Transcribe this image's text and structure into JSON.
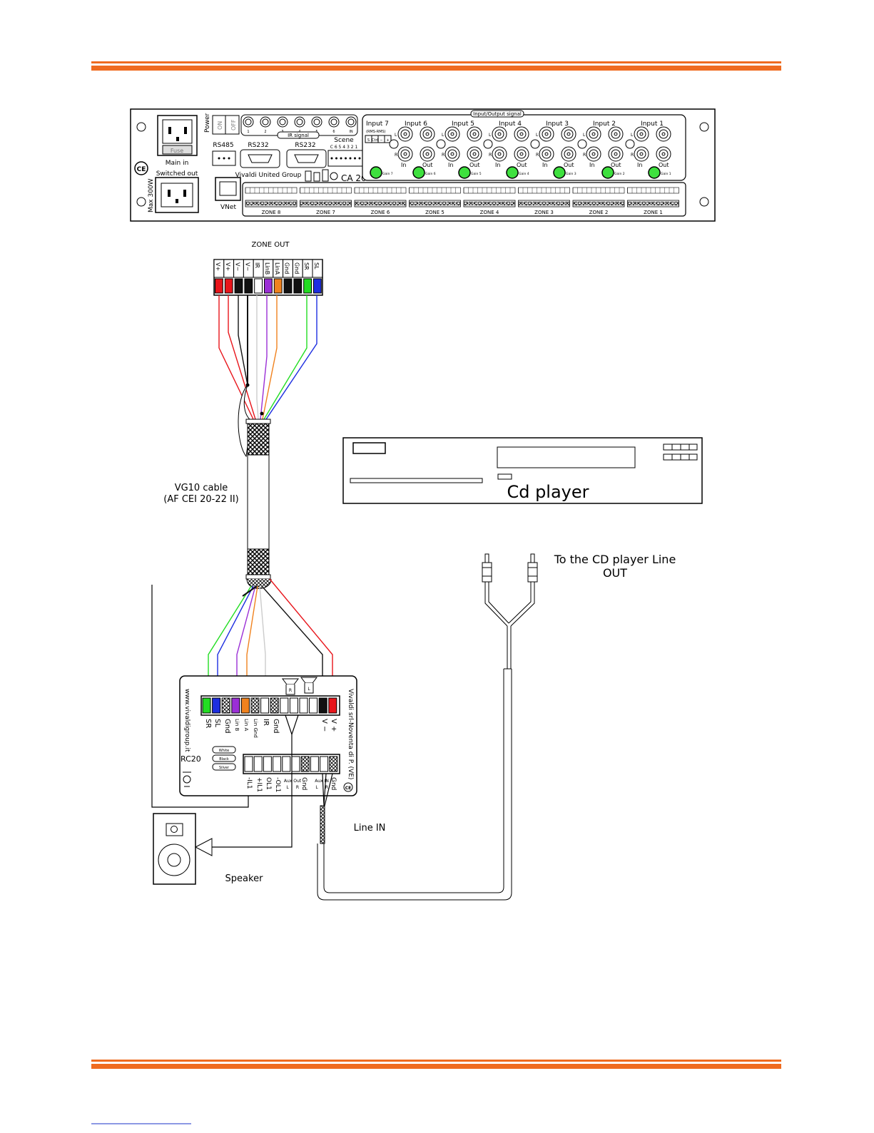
{
  "colors": {
    "rule_orange": "#ef6b1f",
    "wire_red": "#e8151b",
    "wire_black": "#111111",
    "wire_white": "#cccccc",
    "wire_purple": "#9b2fd6",
    "wire_orange": "#f0821e",
    "wire_green": "#22dd22",
    "wire_blue": "#1d2ee0",
    "led_green": "#3ee03e",
    "footer_link": "#1a32c8"
  },
  "rear_panel": {
    "power": "Power",
    "on": "ON",
    "off": "OFF",
    "ir_signal": "IR signal",
    "ir_numbers": [
      "1",
      "2",
      "3",
      "4",
      "5",
      "6",
      "IN"
    ],
    "rs485": "RS485",
    "rs232_a": "RS232",
    "rs232_b": "RS232",
    "scene": "Scene",
    "scene_numbers": "C 6 5 4 3 2 1",
    "fuse": "Fuse",
    "main_in": "Main in",
    "switched_out": "Switched out",
    "max_power": "Max 300W",
    "ce_mark": "CE",
    "vivaldi_united": "Vivaldi United Group",
    "model": "CA 20",
    "vnet": "VNet",
    "io_signal": "Input/Output signal",
    "input7": "Input 7",
    "input7_sub": "(RMS-RMS)",
    "input7_terminals": [
      "S",
      "Ctrl",
      "−",
      "+"
    ],
    "inputs": [
      "Input 6",
      "Input 5",
      "Input 4",
      "Input 3",
      "Input 2",
      "Input 1"
    ],
    "ch_l": "L",
    "ch_r": "R",
    "in": "In",
    "out": "Out",
    "gains": [
      "Gain 7",
      "Gain 6",
      "Gain 5",
      "Gain 4",
      "Gain 3",
      "Gain 2",
      "Gain 1"
    ],
    "zones": [
      "ZONE 8",
      "ZONE 7",
      "ZONE 6",
      "ZONE 5",
      "ZONE 4",
      "ZONE 3",
      "ZONE 2",
      "ZONE 1"
    ]
  },
  "zone_out": {
    "title": "ZONE OUT",
    "terminals": [
      "V+",
      "V+",
      "V−",
      "V−",
      "IR",
      "LinB",
      "LinA",
      "Gnd",
      "Gnd",
      "SR",
      "SL"
    ]
  },
  "cable": {
    "line1": "VG10 cable",
    "line2": "(AF CEI 20-22 II)"
  },
  "cd_player": {
    "label": "Cd player"
  },
  "rca": {
    "line1": "To the CD player Line",
    "line2": "OUT"
  },
  "rc20": {
    "website": "www.vivaldigroup.it",
    "maker": "Vivaldi srl-Noventa di P. (VE)",
    "model": "RC20",
    "finishes": [
      "White",
      "Black",
      "Silver"
    ],
    "top_terminals": [
      "SR",
      "SL",
      "Gnd",
      "Lin B",
      "Lin A",
      "Lin Gnd",
      "IR",
      "Gnd",
      "V −",
      "V +"
    ],
    "bottom_terminals": [
      "-IL1",
      "+IL1",
      "OL1",
      "-OL1"
    ],
    "aux_out": "Aux Out",
    "aux_in": "Aux IN",
    "aux_l": "L",
    "aux_r": "R",
    "gnd": "Gnd",
    "spk_r": "R",
    "spk_l": "L"
  },
  "line_in": "Line IN",
  "speaker": "Speaker"
}
